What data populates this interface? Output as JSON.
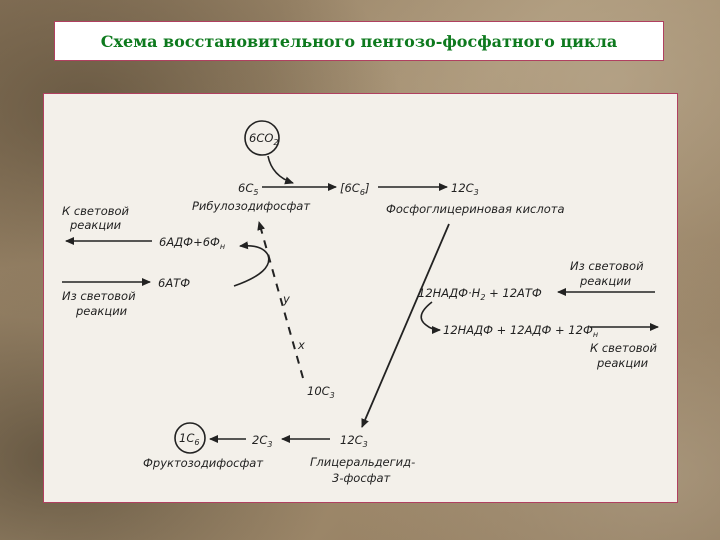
{
  "title": "Схема восстановительного пентозо-фосфатного цикла",
  "diagram": {
    "co2": "6CO",
    "co2_sub": "2",
    "c5": "6C",
    "c5_sub": "5",
    "ribulose": "Рибулозодифосфат",
    "c6": "[6C",
    "c6_sub": "6",
    "c6_close": "]",
    "c3_top": "12C",
    "c3_top_sub": "3",
    "pga": "Фосфоглицериновая кислота",
    "to_light_1": "К световой",
    "to_light_1b": "реакции",
    "adf": "6АДФ+6Ф",
    "adf_sub": "н",
    "atp": "6АТФ",
    "from_light_1": "Из световой",
    "from_light_1b": "реакции",
    "from_light_2": "Из световой",
    "from_light_2b": "реакции",
    "nadph": "12НАДФ·Н",
    "nadph_sub": "2",
    "nadph_tail": " + 12АТФ",
    "nadp": "12НАДФ + 12АДФ + 12Ф",
    "nadp_sub": "н",
    "to_light_2": "К световой",
    "to_light_2b": "реакции",
    "y": "y",
    "x": "x",
    "c10": "10C",
    "c10_sub": "3",
    "c3_bottom": "12C",
    "c3_bottom_sub": "3",
    "gap": "Глицеральдегид-",
    "gap2": "3-фосфат",
    "c2": "2C",
    "c2_sub": "3",
    "c6_circle": "1C",
    "c6_circle_sub": "6",
    "fdp": "Фруктозодифосфат"
  }
}
